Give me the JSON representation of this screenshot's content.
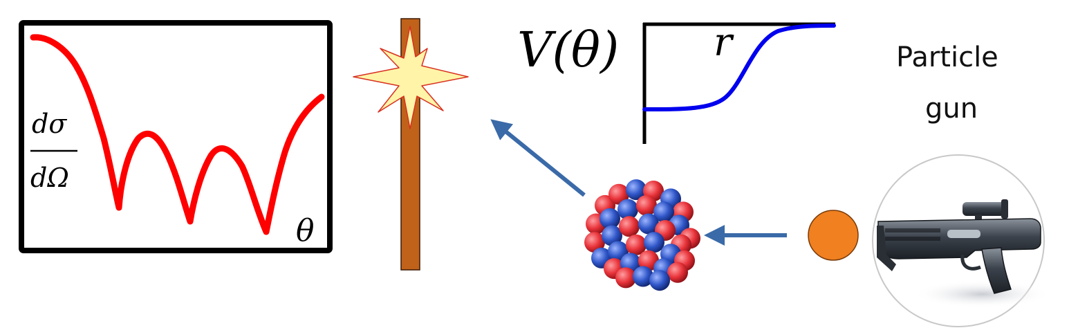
{
  "cross_section_plot": {
    "ylabel_numerator": "dσ",
    "ylabel_denominator": "dΩ",
    "xlabel": "θ",
    "curve_color": "#ff0000"
  },
  "potential_plot": {
    "ylabel": "V(θ)",
    "xlabel": "r",
    "curve_color": "#0000ee"
  },
  "particle_gun": {
    "label_line1": "Particle",
    "label_line2": "gun",
    "projectile_color": "#f08020"
  },
  "detector": {
    "bar_color": "#c0621a",
    "flash_color": "#fff4a8",
    "flash_outline": "#d83020"
  },
  "nucleus": {
    "proton_color": "#e8333a",
    "neutron_color": "#2f56c8"
  },
  "arrow_color": "#3a6aa8"
}
